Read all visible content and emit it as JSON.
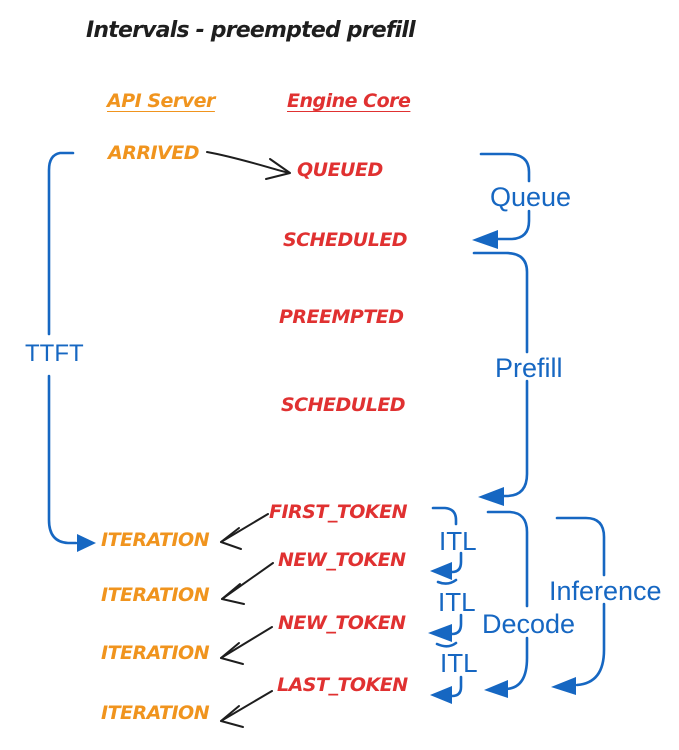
{
  "title": "Intervals - preempted prefill",
  "colors": {
    "orange": "#f0941e",
    "red": "#e03131",
    "blue": "#1667c2",
    "black": "#1e1e1e"
  },
  "columns": {
    "api_server": "API Server",
    "engine_core": "Engine Core"
  },
  "events": {
    "arrived": "ARRIVED",
    "queued": "QUEUED",
    "scheduled_1": "SCHEDULED",
    "preempted": "PREEMPTED",
    "scheduled_2": "SCHEDULED",
    "first_token": "FIRST_TOKEN",
    "new_token_1": "NEW_TOKEN",
    "new_token_2": "NEW_TOKEN",
    "last_token": "LAST_TOKEN",
    "iteration_1": "ITERATION",
    "iteration_2": "ITERATION",
    "iteration_3": "ITERATION",
    "iteration_4": "ITERATION"
  },
  "intervals": {
    "ttft": "TTFT",
    "queue": "Queue",
    "prefill": "Prefill",
    "itl_1": "ITL",
    "itl_2": "ITL",
    "itl_3": "ITL",
    "decode": "Decode",
    "inference": "Inference"
  }
}
